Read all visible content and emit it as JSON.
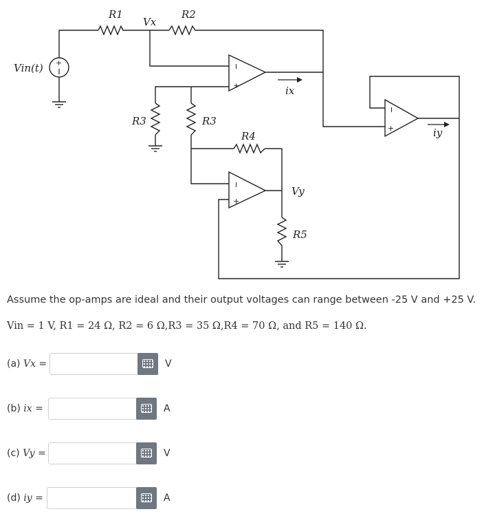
{
  "circuit": {
    "labels": {
      "r1": "R1",
      "r2": "R2",
      "vx": "Vx",
      "vin": "Vin(t)",
      "r3_left": "R3",
      "r3_right": "R3",
      "r4": "R4",
      "r5": "R5",
      "ix": "ix",
      "iy": "iy",
      "vy": "Vy"
    }
  },
  "problem": {
    "statement": "Assume the op-amps are ideal and their output voltages can range between -25 V and +25 V.",
    "values": "Vin = 1 V, R1 = 24 Ω, R2 = 6 Ω,R3 = 35 Ω,R4 = 70 Ω, and R5 = 140 Ω."
  },
  "questions": [
    {
      "prefix": "(a)",
      "var": "Vx",
      "unit": "V"
    },
    {
      "prefix": "(b)",
      "var": "ix",
      "unit": "A"
    },
    {
      "prefix": "(c)",
      "var": "Vy",
      "unit": "V"
    },
    {
      "prefix": "(d)",
      "var": "iy",
      "unit": "A"
    }
  ]
}
